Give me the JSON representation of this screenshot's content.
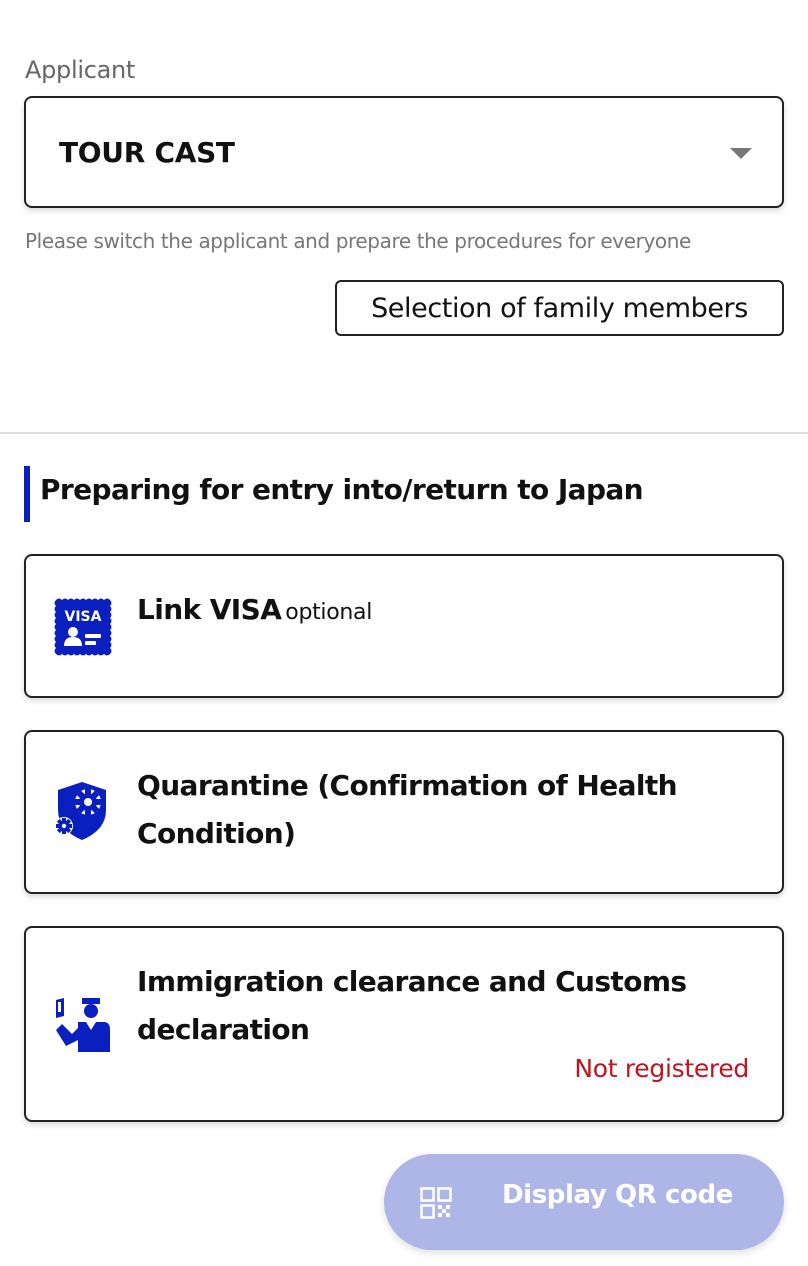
{
  "applicant": {
    "label": "Applicant",
    "selected_value": "TOUR CAST",
    "helper_text": "Please switch the applicant and prepare the procedures for everyone",
    "family_button_label": "Selection of family members"
  },
  "section": {
    "title": "Preparing for entry into/return to Japan",
    "accent_color": "#0a1fbf"
  },
  "cards": [
    {
      "icon": "visa-icon",
      "icon_text": "VISA",
      "title": "Link VISA",
      "tag": "optional"
    },
    {
      "icon": "quarantine-shield-gear-icon",
      "title": "Quarantine (Confirmation of Health Condition)"
    },
    {
      "icon": "immigration-officer-icon",
      "title": "Immigration clearance and Customs declaration",
      "status": "Not registered",
      "status_color": "#c0141e"
    }
  ],
  "qr_button": {
    "icon": "qr-code-icon",
    "label": "Display QR code",
    "background": "#aeb6e8"
  }
}
